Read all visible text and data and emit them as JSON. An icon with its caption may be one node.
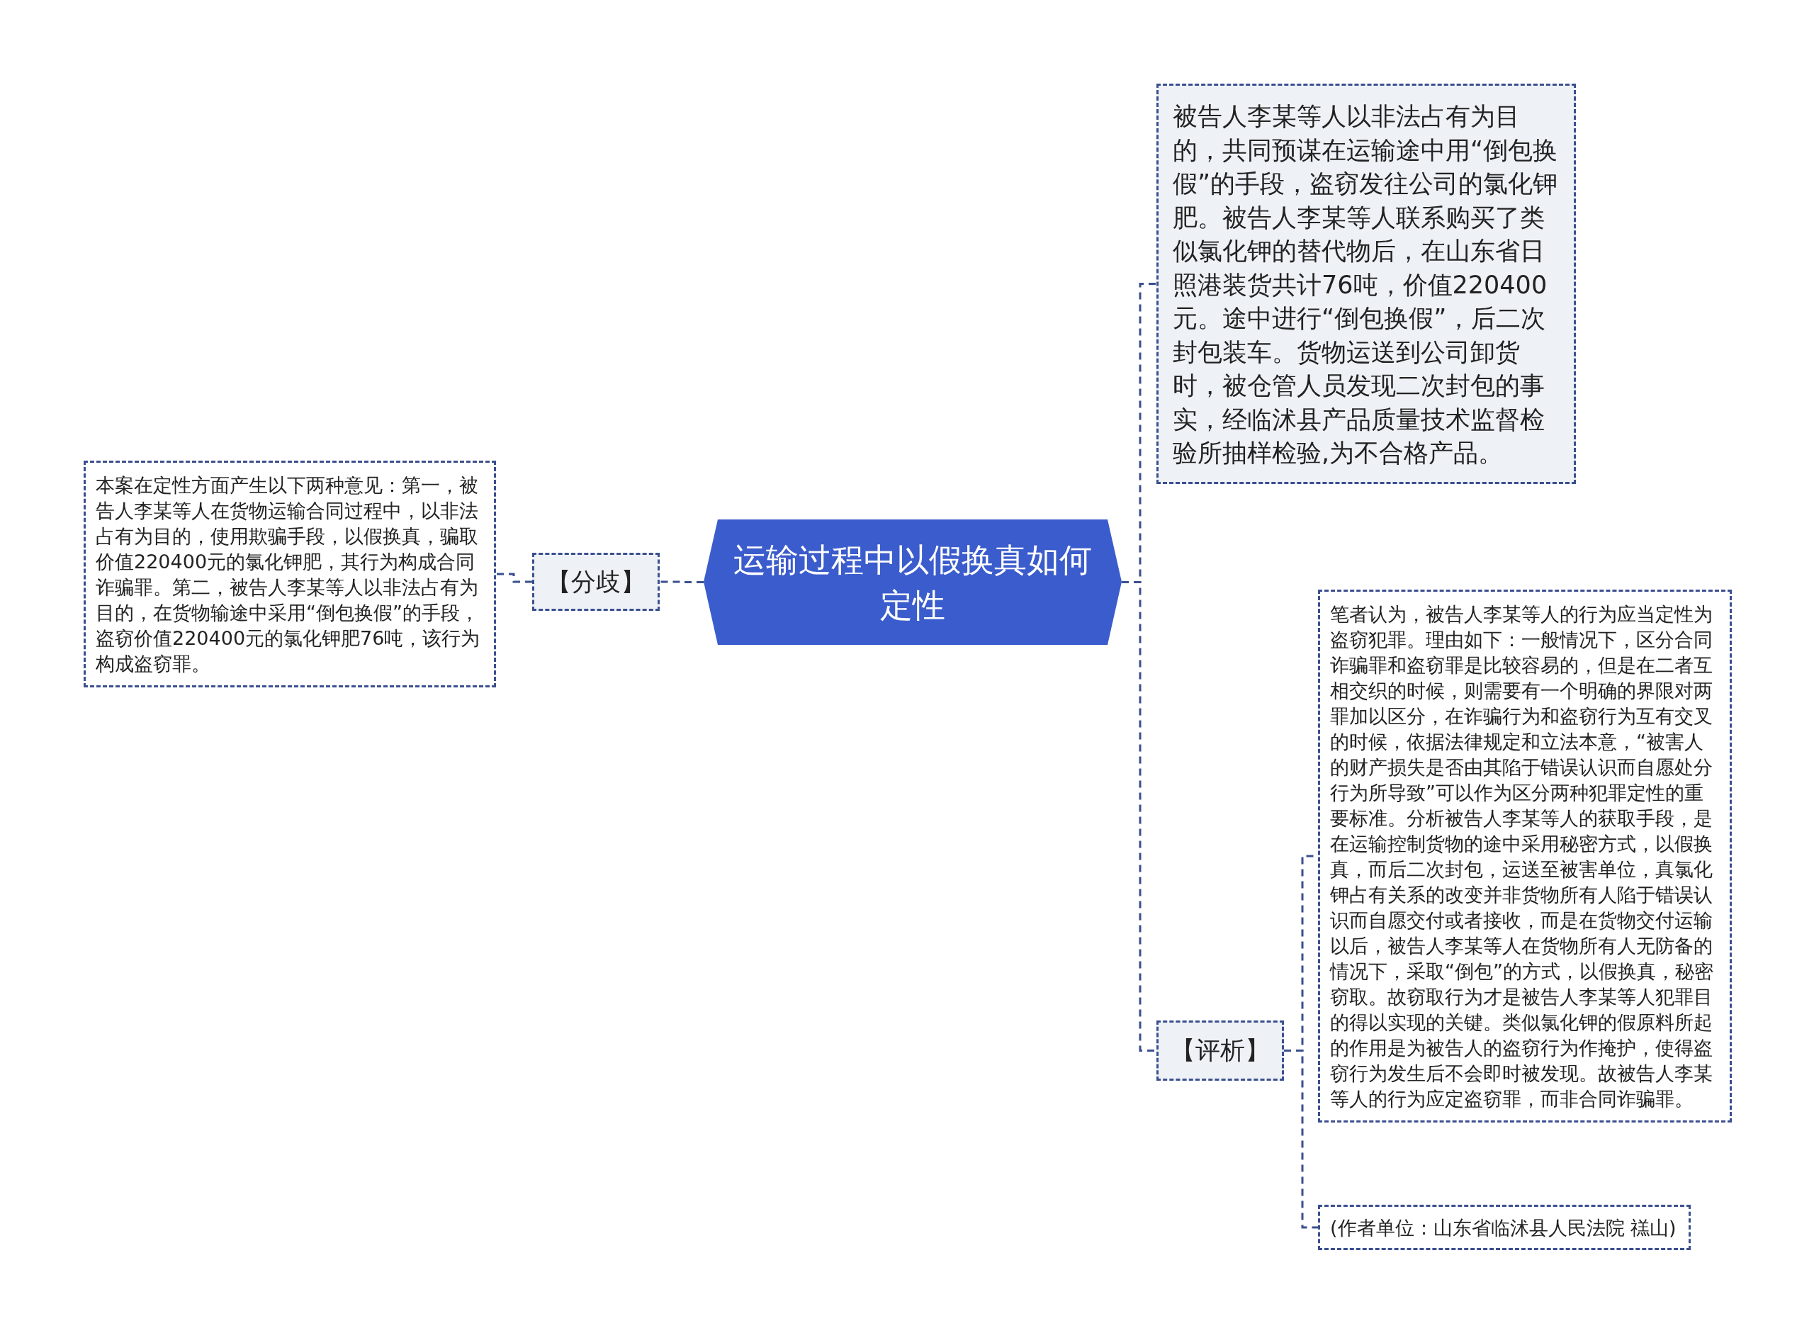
{
  "diagram": {
    "nodes": [
      {
        "text": [
          "运输过程中以假换真如何定性"
        ]
      },
      {
        "text": [
          "被告人李某等人以非法占有为目的，共同预谋在运输途中用“倒包换假”的手段，盗窃发往公司的氯化钾肥。被告人李某等人联系购买了类似氯化钾的替代物后，在山东省日照港装货共计76吨，价值220400元。途中进行“倒包换假”，后二次封包装车。货物运送到公司卸货时，被仓管人员发现二次封包的事实，经临沭县产品质量技术监督检验所抽样检验,为不合格产品。"
        ]
      },
      {
        "text": [
          "【分歧】"
        ]
      },
      {
        "text": [
          "本案在定性方面产生以下两种意见：第一，被告人李某等人在货物运输合同过程中，以非法占有为目的，使用欺骗手段，以假换真，骗取价值220400元的氯化钾肥，其行为构成合同诈骗罪。第二，被告人李某等人以非法占有为目的，在货物输途中采用“倒包换假”的手段，盗窃价值220400元的氯化钾肥76吨，该行为构成盗窃罪。"
        ]
      },
      {
        "text": [
          "【评析】"
        ]
      },
      {
        "text": [
          "笔者认为，被告人李某等人的行为应当定性为盗窃犯罪。理由如下：一般情况下，区分合同诈骗罪和盗窃罪是比较容易的，但是在二者互相交织的时候，则需要有一个明确的界限对两罪加以区分，在诈骗行为和盗窃行为互有交叉的时候，依据法律规定和立法本意，“被害人的财产损失是否由其陷于错误认识而自愿处分行为所导致”可以作为区分两种犯罪定性的重要标准。分析被告人李某等人的获取手段，是在运输控制货物的途中采用秘密方式，以假换真，而后二次封包，运送至被害单位，真氯化钾占有关系的改变并非货物所有人陷于错误认识而自愿交付或者接收，而是在货物交付运输以后，被告人李某等人在货物所有人无防备的情况下，采取“倒包”的方式，以假换真，秘密窃取。故窃取行为才是被告人李某等人犯罪目的得以实现的关键。类似氯化钾的假原料所起的作用是为被告人的盗窃行为作掩护，使得盗窃行为发生后不会即时被发现。故被告人李某等人的行为应定盗窃罪，而非合同诈骗罪。"
        ]
      },
      {
        "text": [
          "(作者单位：山东省临沭县人民法院 禚山)"
        ]
      }
    ],
    "edges": [
      {
        "from": 0,
        "to": 1,
        "arrow": "none"
      },
      {
        "from": 0,
        "to": 2,
        "arrow": "none"
      },
      {
        "from": 2,
        "to": 3,
        "arrow": "none"
      },
      {
        "from": 0,
        "to": 4,
        "arrow": "none"
      },
      {
        "from": 4,
        "to": 5,
        "arrow": "none"
      },
      {
        "from": 4,
        "to": 6,
        "arrow": "none"
      }
    ]
  }
}
